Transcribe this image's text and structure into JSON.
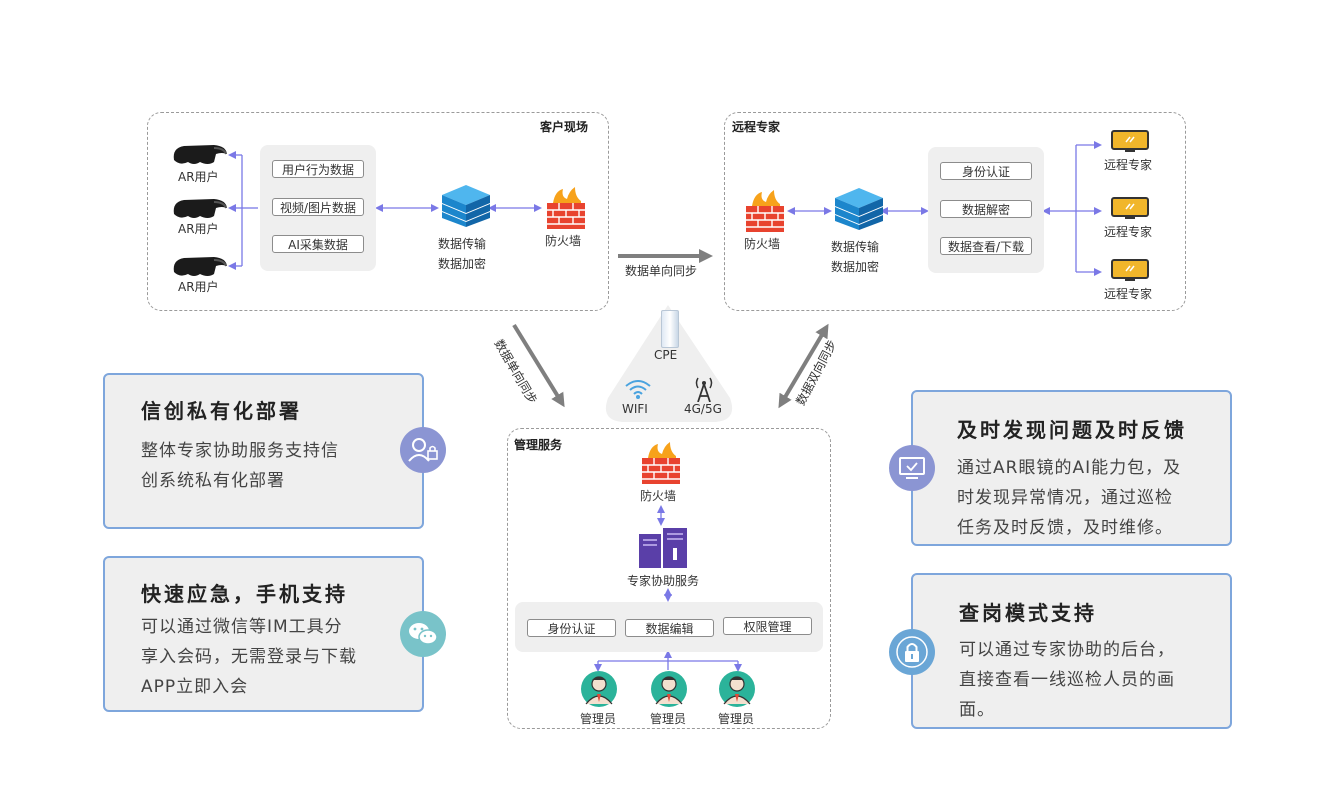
{
  "client_site": {
    "title": "客户现场",
    "ar_users": [
      "AR用户",
      "AR用户",
      "AR用户"
    ],
    "data_items": [
      "用户行为数据",
      "视频/图片数据",
      "AI采集数据"
    ],
    "transfer_label_1": "数据传输",
    "transfer_label_2": "数据加密",
    "firewall_label": "防火墙"
  },
  "remote_expert": {
    "title": "远程专家",
    "firewall_label": "防火墙",
    "transfer_label_1": "数据传输",
    "transfer_label_2": "数据加密",
    "functions": [
      "身份认证",
      "数据解密",
      "数据查看/下载"
    ],
    "experts": [
      "远程专家",
      "远程专家",
      "远程专家"
    ]
  },
  "flows": {
    "one_way_top": "数据单向同步",
    "one_way_diag": "数据单向同步",
    "two_way_diag": "数据双向同步"
  },
  "network": {
    "cpe": "CPE",
    "wifi": "WIFI",
    "cellular": "4G/5G"
  },
  "management": {
    "title": "管理服务",
    "firewall_label": "防火墙",
    "server_label": "专家协助服务",
    "functions": [
      "身份认证",
      "数据编辑",
      "权限管理"
    ],
    "admins": [
      "管理员",
      "管理员",
      "管理员"
    ]
  },
  "features": {
    "private": {
      "title": "信创私有化部署",
      "lines": [
        "整体专家协助服务支持信",
        "创系统私有化部署"
      ]
    },
    "emergency": {
      "title": "快速应急，手机支持",
      "lines": [
        "可以通过微信等IM工具分",
        "享入会码，无需登录与下载",
        "APP立即入会"
      ]
    },
    "feedback": {
      "title": "及时发现问题及时反馈",
      "lines": [
        "通过AR眼镜的AI能力包，及",
        "时发现异常情况，通过巡检",
        "任务及时反馈，及时维修。"
      ]
    },
    "inspection": {
      "title": "查岗模式支持",
      "lines": [
        "可以通过专家协助的后台，",
        "直接查看一线巡检人员的画",
        "面。"
      ]
    }
  },
  "colors": {
    "connector": "#7a78e6",
    "flow_arrow": "#7f7f7f",
    "card_border": "#7ea6dc",
    "badge_purple": "#8b95d3",
    "badge_teal": "#79c3c9",
    "badge_blue": "#6aa6d6",
    "firewall_red": "#e8432f",
    "database_blue": "#1d8fd6",
    "monitor_gold": "#f1b62b",
    "server_purple": "#5a3fa8",
    "admin_green": "#2bb39a"
  },
  "icons": {
    "ar_glasses": "ar-glasses-icon",
    "database": "database-icon",
    "firewall": "firewall-icon",
    "monitor": "monitor-icon",
    "server": "server-icon",
    "admin": "admin-icon",
    "wifi": "wifi-icon",
    "cellular": "cell-tower-icon",
    "cpe": "cpe-device-icon"
  }
}
